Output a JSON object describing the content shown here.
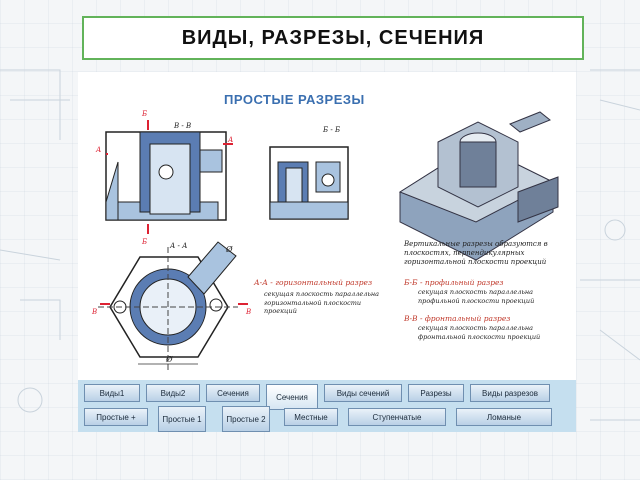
{
  "title": "ВИДЫ,  РАЗРЕЗЫ,   СЕЧЕНИЯ",
  "slide": {
    "header": "ПРОСТЫЕ РАЗРЕЗЫ",
    "labels": {
      "section_vv": "В - В",
      "section_bb": "Б - Б",
      "section_aa": "А - А",
      "mark_b": "Б",
      "mark_v": "В",
      "mark_a": "А",
      "diameter": "Ø"
    },
    "intro": "Вертикальные разрезы образуются в плоскостях, перпендикулярных горизонтальной плоскости проекций",
    "legend": [
      {
        "head": "Б-Б - профильный разрез",
        "body": "секущая плоскость параллельна профильной плоскости проекций"
      },
      {
        "head": "В-В - фронтальный разрез",
        "body": "секущая плоскость параллельна фронтальной плоскости проекций"
      }
    ],
    "horizontal": {
      "head": "А-А - горизонтальный разрез",
      "body": "секущая плоскость параллельна горизонтальной плоскости проекций"
    }
  },
  "nav": {
    "row1": [
      "Виды1",
      "Виды2",
      "Сечения",
      "Сечения",
      "Виды сечений",
      "Разрезы",
      "Виды разрезов"
    ],
    "row2": [
      "Простые +",
      "Простые 1",
      "Простые 2",
      "Местные",
      "Ступенчатые",
      "Ломаные"
    ]
  }
}
